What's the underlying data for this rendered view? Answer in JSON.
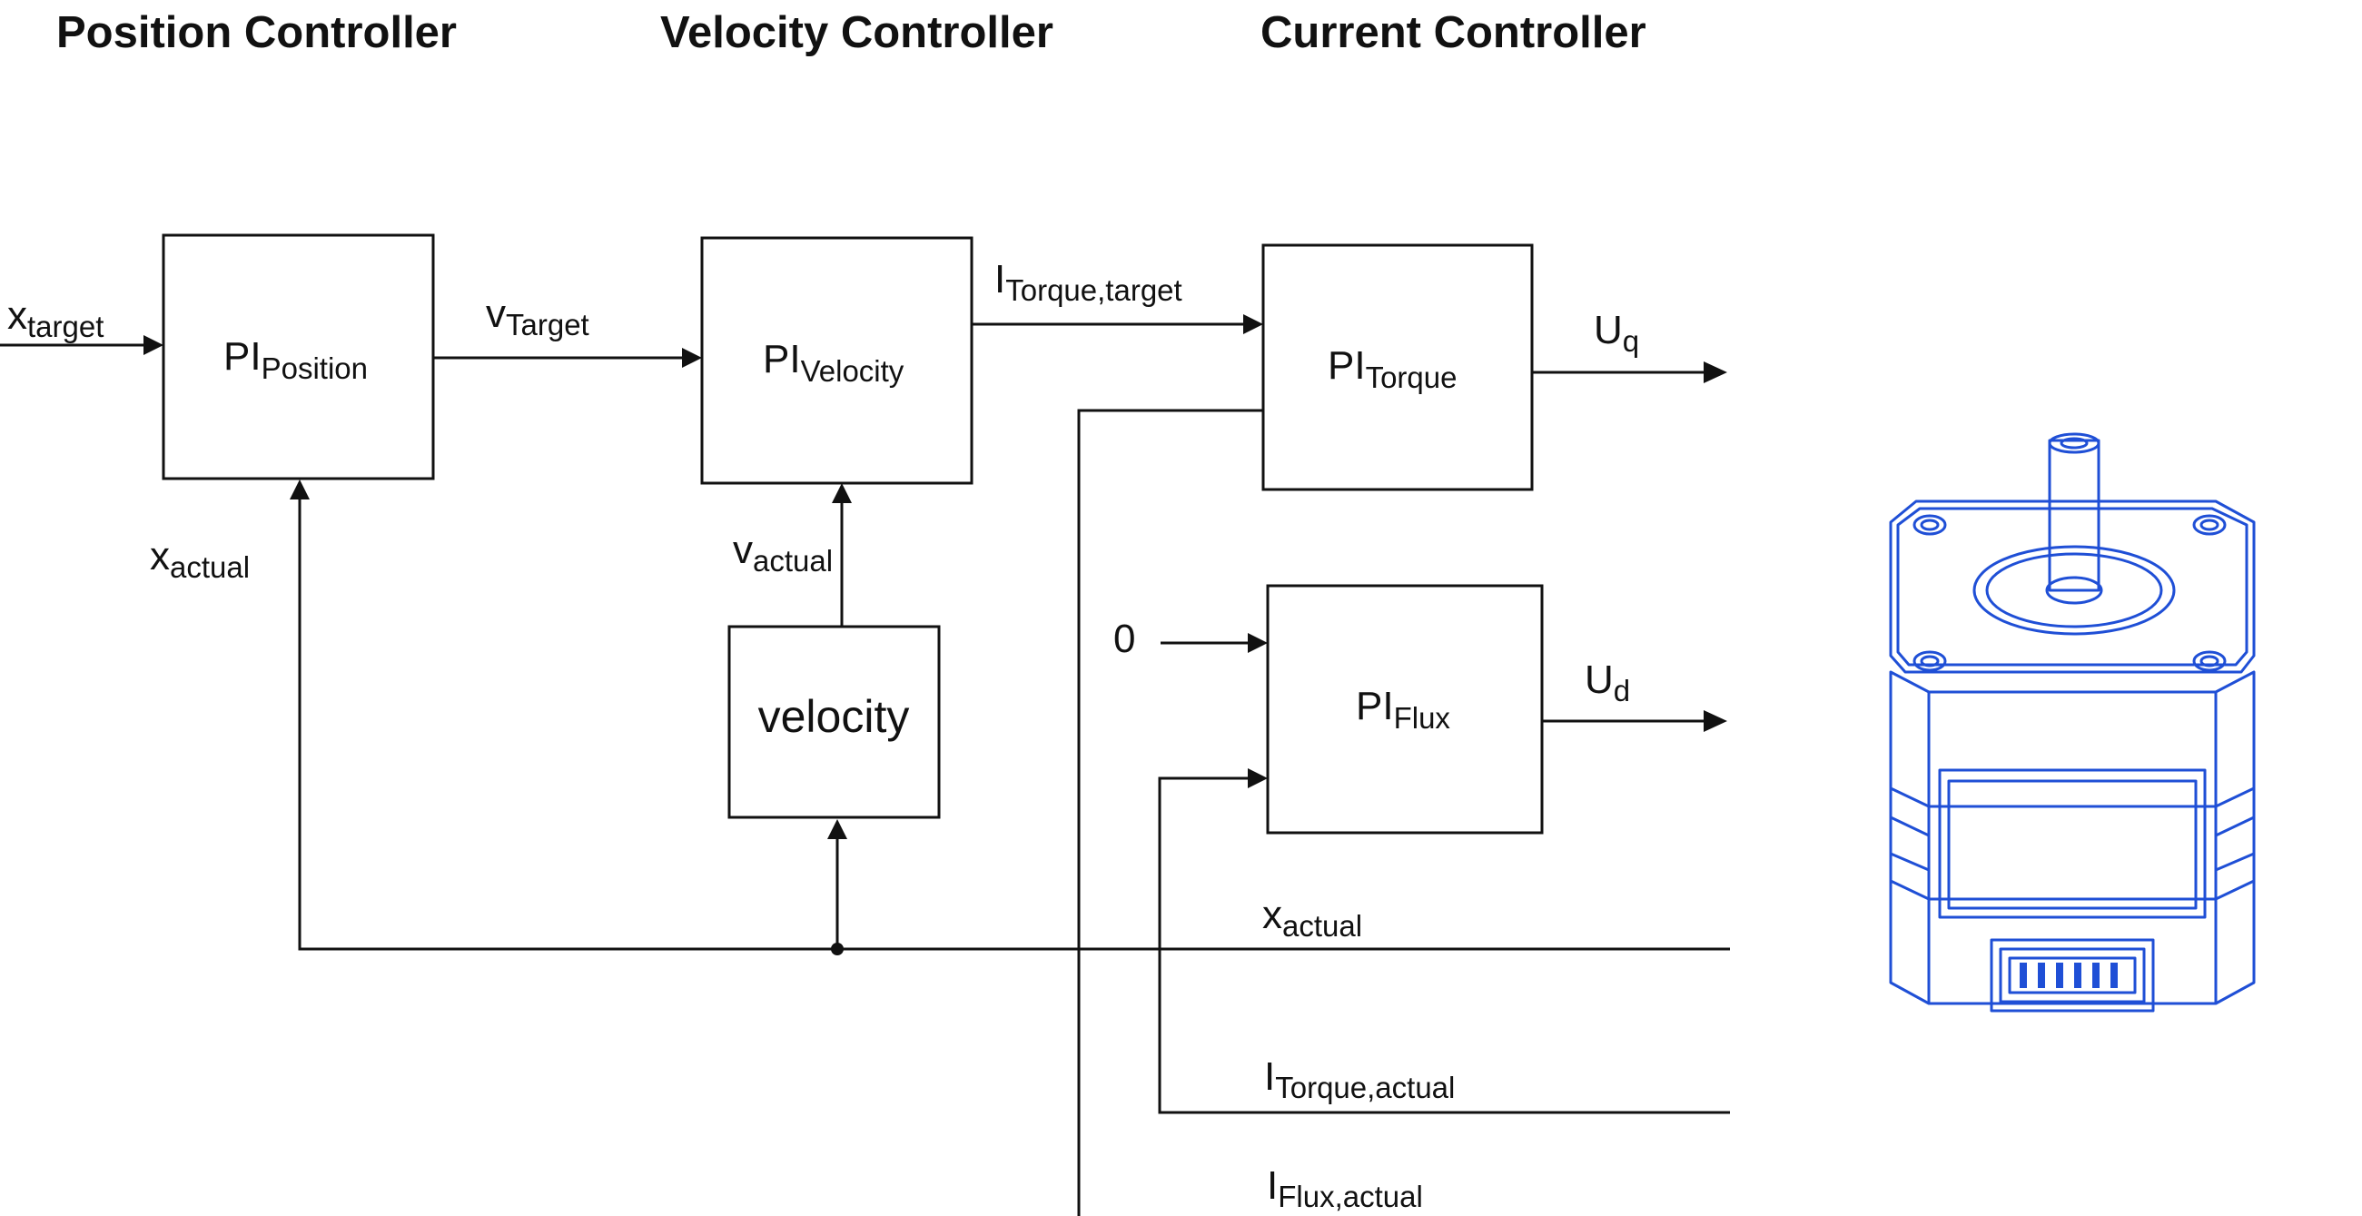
{
  "headings": {
    "position": "Position Controller",
    "velocity": "Velocity Controller",
    "current": "Current Controller"
  },
  "blocks": {
    "pi_position": {
      "main": "PI",
      "sub": "Position"
    },
    "pi_velocity": {
      "main": "PI",
      "sub": "Velocity"
    },
    "pi_torque": {
      "main": "PI",
      "sub": "Torque"
    },
    "pi_flux": {
      "main": "PI",
      "sub": "Flux"
    },
    "velocity": {
      "label": "velocity"
    }
  },
  "signals": {
    "x_target": {
      "main": "x",
      "sub": "target"
    },
    "v_target": {
      "main": "v",
      "sub": "Target"
    },
    "i_torque_target": {
      "main": "I",
      "sub": "Torque,target"
    },
    "u_q": {
      "main": "U",
      "sub": "q"
    },
    "u_d": {
      "main": "U",
      "sub": "d"
    },
    "x_actual_left": {
      "main": "x",
      "sub": "actual"
    },
    "v_actual": {
      "main": "v",
      "sub": "actual"
    },
    "zero": {
      "main": "0"
    },
    "x_actual_bus": {
      "main": "x",
      "sub": "actual"
    },
    "i_torque_actual": {
      "main": "I",
      "sub": "Torque,actual"
    },
    "i_flux_actual": {
      "main": "I",
      "sub": "Flux,actual"
    }
  },
  "colors": {
    "line": "#111111",
    "motor": "#1f4fd6"
  },
  "icons": {
    "motor": "stepper-motor-icon"
  }
}
